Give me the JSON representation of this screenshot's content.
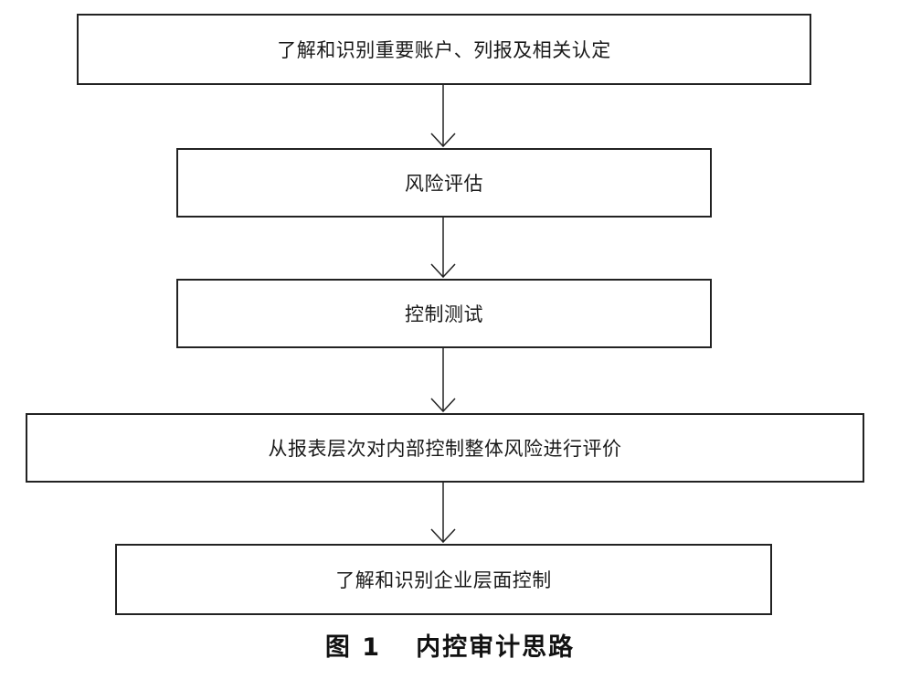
{
  "flowchart": {
    "steps": [
      {
        "label": "了解和识别重要账户、列报及相关认定"
      },
      {
        "label": "风险评估"
      },
      {
        "label": "控制测试"
      },
      {
        "label": "从报表层次对内部控制整体风险进行评价"
      },
      {
        "label": "了解和识别企业层面控制"
      }
    ]
  },
  "caption": {
    "figure_number": "图 1",
    "title": "内控审计思路"
  },
  "colors": {
    "line": "#222222",
    "background": "#ffffff"
  }
}
